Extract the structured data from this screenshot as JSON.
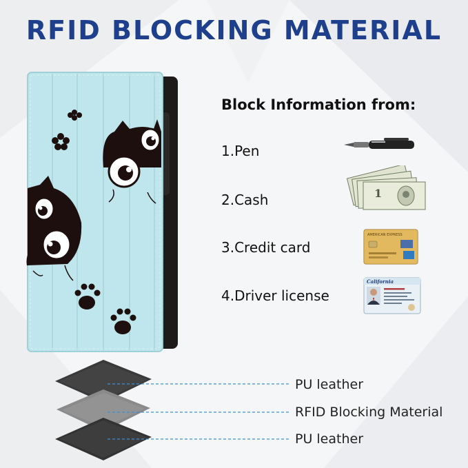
{
  "title": "RFID BLOCKING MATERIAL",
  "info": {
    "heading": "Block Information from:",
    "items": [
      {
        "label": "1.Pen",
        "icon": "pen-icon"
      },
      {
        "label": "2.Cash",
        "icon": "cash-icon"
      },
      {
        "label": "3.Credit card",
        "icon": "credit-card-icon"
      },
      {
        "label": "4.Driver license",
        "icon": "driver-license-icon"
      }
    ],
    "card_text": {
      "credit_card_brand": "AMERICAN EXPRESS",
      "license_state": "California"
    }
  },
  "layers": [
    "PU leather",
    "RFID Blocking Material",
    "PU leather"
  ],
  "colors": {
    "title": "#1d3f8c",
    "wallet_wood": "#bfe6ec",
    "cat": "#1c0f0d",
    "layer_dark": "#3a3a3a",
    "layer_mid": "#8a8a8a",
    "leader_line": "#3b8fd6"
  }
}
